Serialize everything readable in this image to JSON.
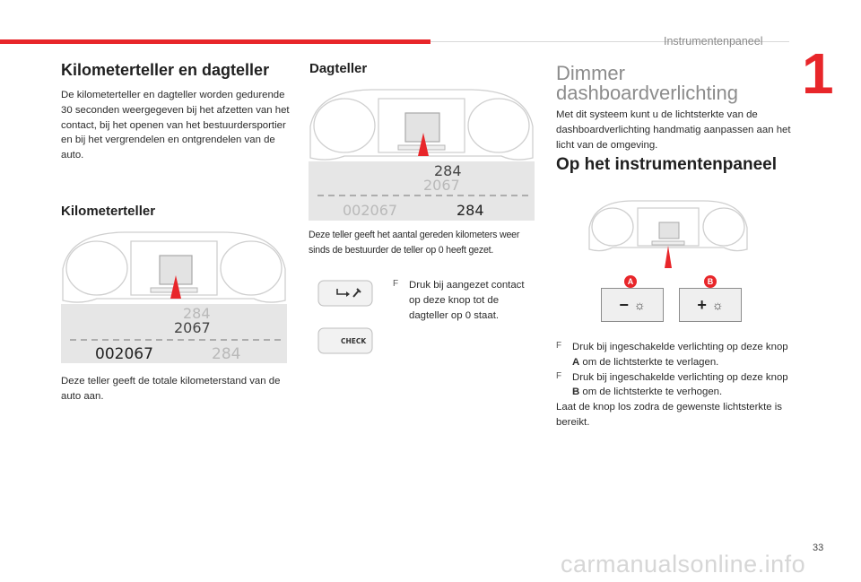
{
  "header": {
    "section": "Instrumentenpaneel",
    "chapter": "1"
  },
  "left": {
    "title": "Kilometerteller en dagteller",
    "intro": "De kilometerteller en dagteller worden gedurende 30 seconden weergegeven bij het afzetten van het contact, bij het openen van het bestuurdersportier en bij het vergrendelen en ontgrendelen van de auto.",
    "subtitle": "Kilometerteller",
    "display_trip": "284",
    "display_total": "2067",
    "odometer": "002067",
    "trip": "284",
    "caption": "Deze teller geeft de totale kilometerstand van de auto aan."
  },
  "middle": {
    "title": "Dagteller",
    "display_trip": "284",
    "display_total": "2067",
    "odometer": "002067",
    "trip": "284",
    "caption": "Deze teller geeft het aantal gereden kilometers weer sinds de bestuurder de teller op 0 heeft gezet.",
    "bullet_mark": "F",
    "bullet": "Druk bij aangezet contact op deze knop tot de dagteller op 0 staat.",
    "check_label": "CHECK"
  },
  "right": {
    "title_line1": "Dimmer",
    "title_line2": "dashboardverlichting",
    "intro": "Met dit systeem kunt u de lichtsterkte van de dashboardverlichting handmatig aanpassen aan het licht van de omgeving.",
    "subtitle": "Op het instrumentenpaneel",
    "label_a": "A",
    "label_b": "B",
    "minus": "−",
    "plus": "+",
    "bullet_mark": "F",
    "bullet1_pre": "Druk bij ingeschakelde verlichting op deze knop ",
    "bullet1_key": "A",
    "bullet1_post": " om de lichtsterkte te verlagen.",
    "bullet2_pre": "Druk bij ingeschakelde verlichting op deze knop ",
    "bullet2_key": "B",
    "bullet2_post": " om de lichtsterkte te verhogen.",
    "closing": "Laat de knop los zodra de gewenste lichtsterkte is bereikt."
  },
  "footer": {
    "page": "33",
    "watermark": "carmanualsonline.info"
  },
  "colors": {
    "accent": "#e8262a",
    "display_bg": "#e6e6e6",
    "outline": "#cfcfcf"
  }
}
